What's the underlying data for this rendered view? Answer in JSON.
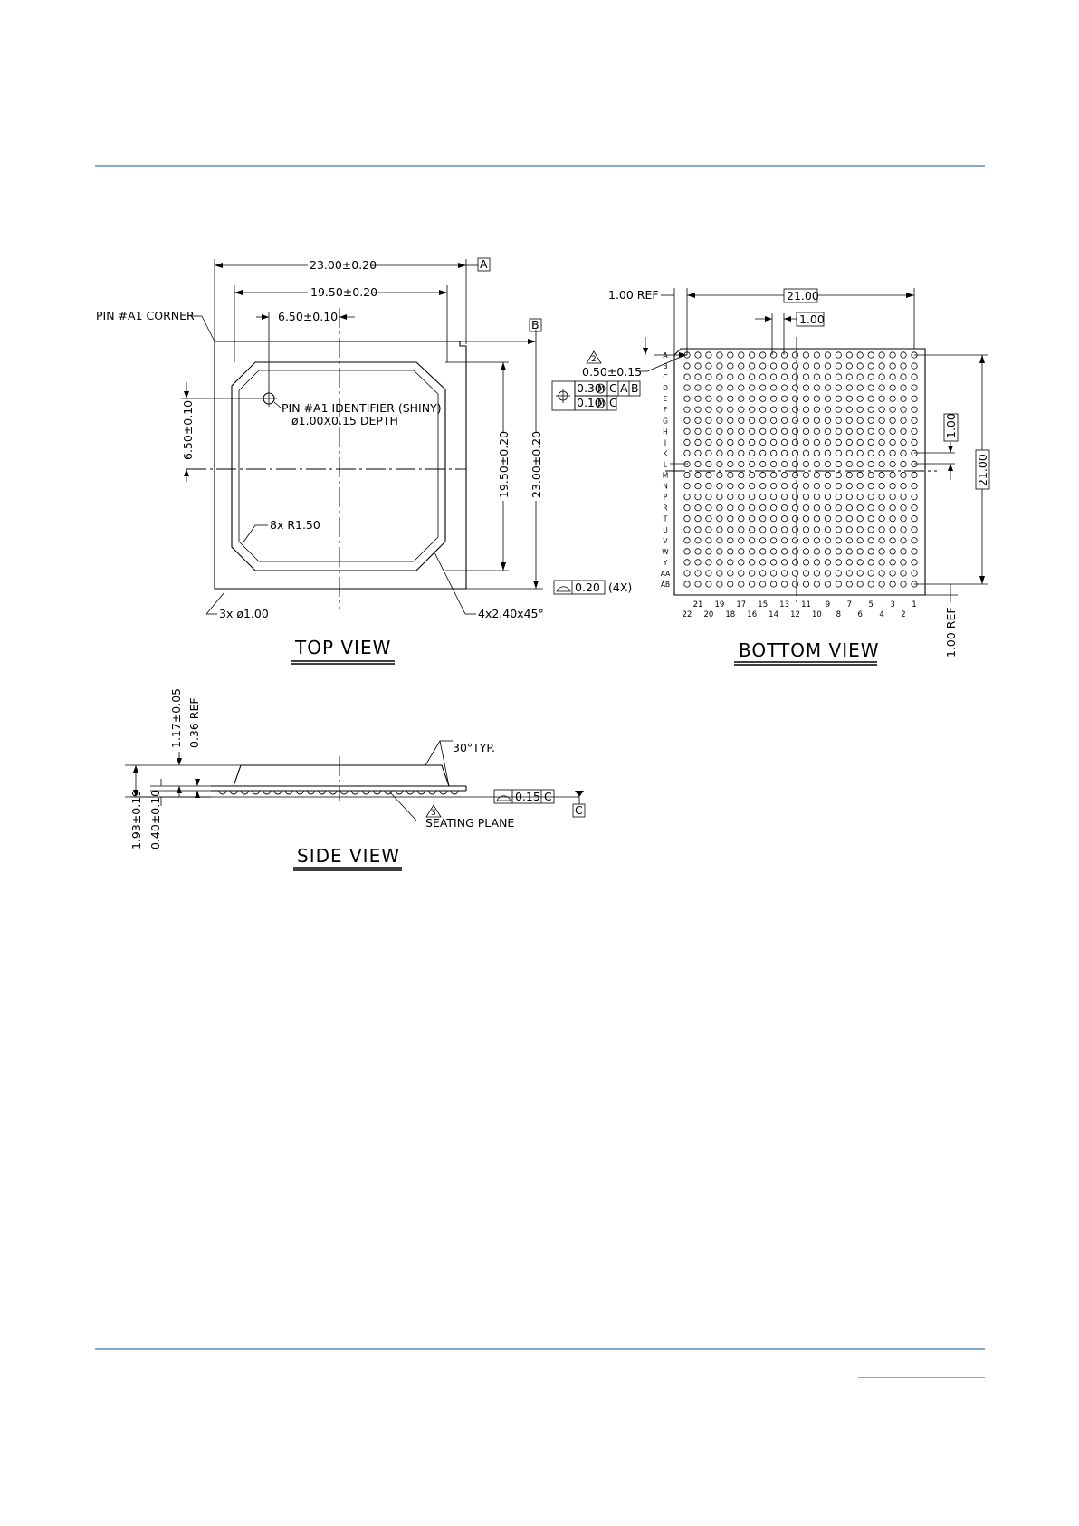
{
  "page": {
    "rule_color": "#5b8db8"
  },
  "top_view": {
    "title": "TOP VIEW",
    "dim_width": "23.00±0.20",
    "dim_inner_width": "19.50±0.20",
    "dim_offset_x": "6.50±0.10",
    "dim_offset_y": "6.50±0.10",
    "dim_inner_height": "19.50±0.20",
    "dim_height": "23.00±0.20",
    "datum_a": "A",
    "datum_b": "B",
    "pin_corner": "PIN #A1 CORNER",
    "identifier_line1": "PIN #A1 IDENTIFIER (SHINY)",
    "identifier_line2": "ø1.00X0.15 DEPTH",
    "radius": "8x R1.50",
    "holes": "3x ø1.00",
    "chamfer": "4x2.40x45°",
    "flatness_value": "0.20",
    "flatness_count": "(4X)"
  },
  "tolerance": {
    "flag": "2",
    "ball_dia": "0.50±0.15",
    "row1": [
      "0.30",
      "C",
      "A",
      "B"
    ],
    "row2": [
      "0.10",
      "C"
    ]
  },
  "bottom_view": {
    "title": "BOTTOM VIEW",
    "ref_left": "1.00 REF",
    "span_x": "21.00",
    "pitch_x": "1.00",
    "pitch_y": "1.00",
    "span_y": "21.00",
    "ref_bottom": "1.00 REF",
    "rows": [
      "A",
      "B",
      "C",
      "D",
      "E",
      "F",
      "G",
      "H",
      "J",
      "K",
      "L",
      "M",
      "N",
      "P",
      "R",
      "T",
      "U",
      "V",
      "W",
      "Y",
      "AA",
      "AB"
    ],
    "cols_top": [
      "21",
      "19",
      "17",
      "15",
      "13",
      "11",
      "9",
      "7",
      "5",
      "3",
      "1"
    ],
    "cols_bottom": [
      "22",
      "20",
      "18",
      "16",
      "14",
      "12",
      "10",
      "8",
      "6",
      "4",
      "2"
    ]
  },
  "side_view": {
    "title": "SIDE VIEW",
    "dim_body": "1.17±0.05",
    "dim_ref": "0.36 REF",
    "dim_total": "1.93±0.19",
    "dim_ball": "0.40±0.10",
    "angle": "30°TYP.",
    "seating_flag": "3",
    "seating": "SEATING PLANE",
    "flatness_value": "0.15",
    "flatness_datum": "C",
    "datum_c": "C"
  }
}
